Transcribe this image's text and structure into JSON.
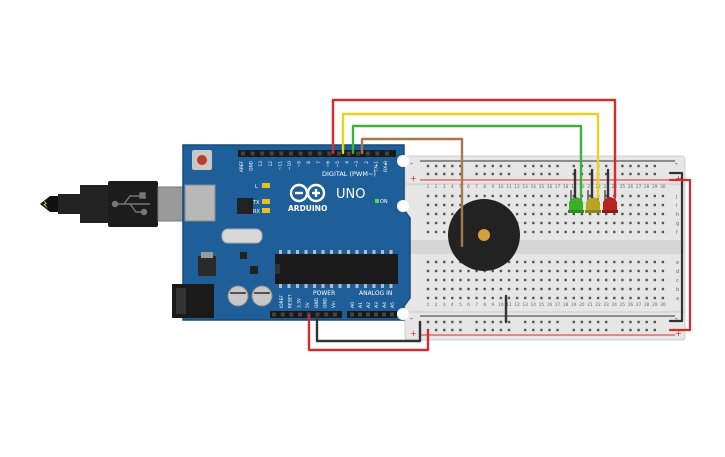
{
  "arduino": {
    "brand": "ARDUINO",
    "model": "UNO",
    "digital_header": "DIGITAL (PWM~)",
    "power_header": "POWER",
    "analog_header": "ANALOG IN",
    "on_label": "ON",
    "tx_label": "TX",
    "rx_label": "RX",
    "l_label": "L",
    "digital_pins_top": [
      "AREF",
      "GND",
      "13",
      "12",
      "~11",
      "~10",
      "~9",
      "8",
      "7",
      "~6",
      "~5",
      "4",
      "~3",
      "2",
      "TX▸1",
      "RX◂0"
    ],
    "power_pins": [
      "IOREF",
      "RESET",
      "3.3V",
      "5V",
      "GND",
      "GND",
      "Vin"
    ],
    "analog_pins": [
      "A0",
      "A1",
      "A2",
      "A3",
      "A4",
      "A5"
    ]
  },
  "breadboard": {
    "rail_minus": "-",
    "rail_plus": "+",
    "row_letters_top": [
      "j",
      "i",
      "h",
      "g",
      "f"
    ],
    "row_letters_bottom": [
      "e",
      "d",
      "c",
      "b",
      "a"
    ],
    "column_numbers": [
      "1",
      "2",
      "3",
      "4",
      "5",
      "6",
      "7",
      "8",
      "9",
      "10",
      "11",
      "12",
      "13",
      "14",
      "15",
      "16",
      "17",
      "18",
      "19",
      "20",
      "21",
      "22",
      "23",
      "24",
      "25",
      "26",
      "27",
      "28",
      "29",
      "30"
    ]
  },
  "components": {
    "leds": [
      {
        "color_name": "green",
        "color": "#3cae2c"
      },
      {
        "color_name": "yellow",
        "color": "#b8a526"
      },
      {
        "color_name": "red",
        "color": "#b8231f"
      }
    ],
    "buzzer": {
      "body_color": "#222222",
      "center_color": "#d4a03a"
    }
  },
  "wires": {
    "red": "#d62b2b",
    "yellow": "#e8d21f",
    "green": "#3bb23b",
    "brown": "#a9774a",
    "black": "#333333"
  },
  "colors": {
    "board_blue": "#1f5f99",
    "board_edge": "#174b7a",
    "breadboard_bg": "#e6e6e6",
    "header_black": "#1a1a1a"
  }
}
